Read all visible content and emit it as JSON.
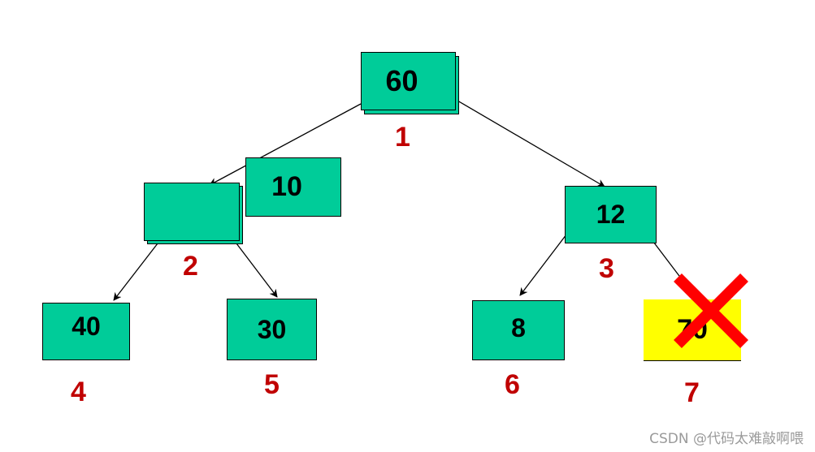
{
  "colors": {
    "node_fill": "#00cc99",
    "highlight_fill": "#ffff00",
    "index_text": "#c00000",
    "cross": "#ff0000",
    "edge": "#000000"
  },
  "tree": {
    "root": {
      "value": "60",
      "index": "1"
    },
    "left": {
      "value": "",
      "index": "2"
    },
    "right": {
      "value": "12",
      "index": "3"
    },
    "left_left": {
      "value": "40",
      "index": "4"
    },
    "left_right": {
      "value": "30",
      "index": "5"
    },
    "right_left": {
      "value": "8",
      "index": "6"
    },
    "right_right": {
      "value": "70",
      "index": "7",
      "deleted": true
    }
  },
  "floating_node": {
    "value": "10"
  },
  "watermark": "CSDN @代码太难敲啊喂"
}
